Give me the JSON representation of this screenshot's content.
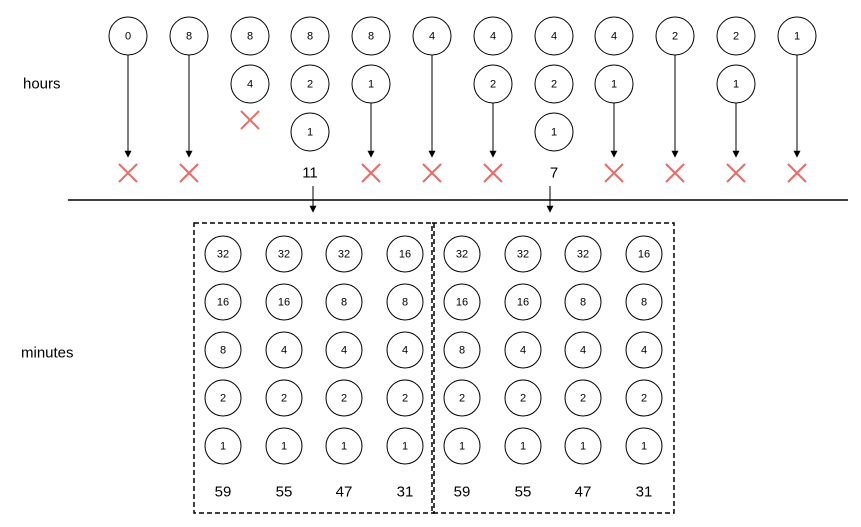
{
  "labels": {
    "hours": "hours",
    "minutes": "minutes"
  },
  "colors": {
    "cross": "#ea6b66",
    "line": "#000000"
  },
  "hours": [
    {
      "stack": [
        "0"
      ],
      "result": "cross"
    },
    {
      "stack": [
        "8"
      ],
      "result": "cross"
    },
    {
      "stack": [
        "8",
        "4"
      ],
      "result": "cross"
    },
    {
      "stack": [
        "8",
        "2",
        "1"
      ],
      "result": "11"
    },
    {
      "stack": [
        "8",
        "1"
      ],
      "result": "cross"
    },
    {
      "stack": [
        "4"
      ],
      "result": "cross"
    },
    {
      "stack": [
        "4",
        "2"
      ],
      "result": "cross"
    },
    {
      "stack": [
        "4",
        "2",
        "1"
      ],
      "result": "7"
    },
    {
      "stack": [
        "4",
        "1"
      ],
      "result": "cross"
    },
    {
      "stack": [
        "2"
      ],
      "result": "cross"
    },
    {
      "stack": [
        "2",
        "1"
      ],
      "result": "cross"
    },
    {
      "stack": [
        "1"
      ],
      "result": "cross"
    }
  ],
  "minute_groups": [
    {
      "columns": [
        {
          "stack": [
            "32",
            "16",
            "8",
            "2",
            "1"
          ],
          "sum": "59"
        },
        {
          "stack": [
            "32",
            "16",
            "4",
            "2",
            "1"
          ],
          "sum": "55"
        },
        {
          "stack": [
            "32",
            "8",
            "4",
            "2",
            "1"
          ],
          "sum": "47"
        },
        {
          "stack": [
            "16",
            "8",
            "4",
            "2",
            "1"
          ],
          "sum": "31"
        }
      ]
    },
    {
      "columns": [
        {
          "stack": [
            "32",
            "16",
            "8",
            "2",
            "1"
          ],
          "sum": "59"
        },
        {
          "stack": [
            "32",
            "16",
            "4",
            "2",
            "1"
          ],
          "sum": "55"
        },
        {
          "stack": [
            "32",
            "8",
            "4",
            "2",
            "1"
          ],
          "sum": "47"
        },
        {
          "stack": [
            "16",
            "8",
            "4",
            "2",
            "1"
          ],
          "sum": "31"
        }
      ]
    }
  ]
}
